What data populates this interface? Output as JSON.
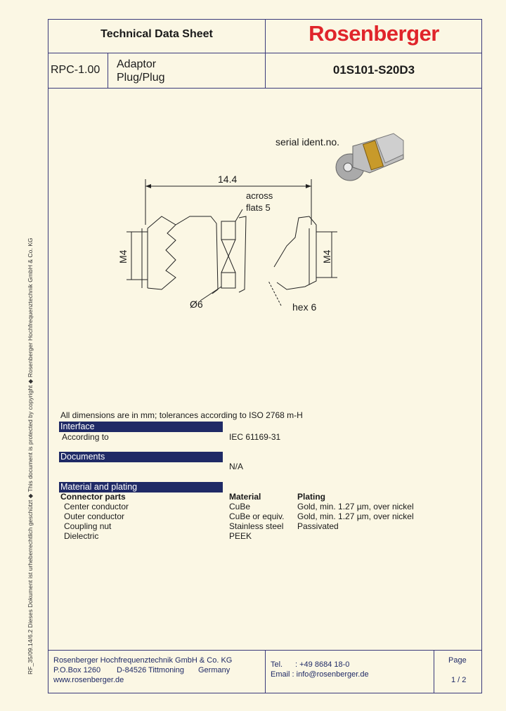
{
  "header": {
    "title": "Technical Data Sheet",
    "brand": "Rosenberger",
    "series": "RPC-1.00",
    "description_line1": "Adaptor",
    "description_line2": "Plug/Plug",
    "part_number": "01S101-S20D3"
  },
  "side_note": "RF_35/09.14/6.2      Dieses Dokument ist urheberrechtlich geschützt ◆ This document is protected by copyright ◆ Rosenberger Hochfrequenztechnik GmbH & Co. KG",
  "drawing": {
    "serial_label": "serial ident.no.",
    "length_dim": "14.4",
    "across_label": "across",
    "flats_label": "flats 5",
    "m4_left": "M4",
    "m4_right": "M4",
    "dia_label": "Ø6",
    "hex_label": "hex 6"
  },
  "notes": {
    "dimensions": "All dimensions are in mm; tolerances according to ISO 2768 m-H"
  },
  "interface": {
    "heading": "Interface",
    "label": "According to",
    "value": "IEC 61169-31"
  },
  "documents": {
    "heading": "Documents",
    "value": "N/A"
  },
  "material": {
    "heading": "Material and plating",
    "col_parts": "Connector parts",
    "col_material": "Material",
    "col_plating": "Plating",
    "rows": [
      {
        "part": "Center conductor",
        "material": "CuBe",
        "plating": "Gold, min. 1.27 µm, over nickel"
      },
      {
        "part": "Outer conductor",
        "material": "CuBe or equiv.",
        "plating": "Gold, min. 1.27 µm, over nickel"
      },
      {
        "part": "Coupling nut",
        "material": "Stainless steel",
        "plating": "Passivated"
      },
      {
        "part": "Dielectric",
        "material": "PEEK",
        "plating": ""
      }
    ]
  },
  "footer": {
    "company": "Rosenberger Hochfrequenztechnik GmbH & Co. KG",
    "po_box": "P.O.Box 1260",
    "city": "D-84526 Tittmoning",
    "country": "Germany",
    "web": "www.rosenberger.de",
    "tel_label": "Tel.",
    "tel": ": +49 8684 18-0",
    "email": "Email : info@rosenberger.de",
    "page_label": "Page",
    "page": "1 / 2"
  }
}
